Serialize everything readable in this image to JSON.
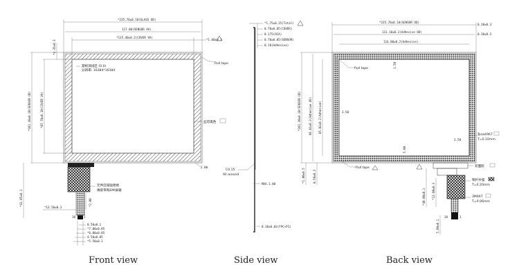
{
  "captions": {
    "front": "Front view",
    "side": "Side view",
    "back": "Back view"
  },
  "front": {
    "dims_top": [
      "*235.76±0.10(GLASS OD)",
      "117.00(SENSOR AA)",
      "*135.40±0.2(COVER VA)",
      "*1.60±0.3"
    ],
    "dims_left": [
      "*4.35±0.3",
      "*101.20±0.10(SENSOR OD)",
      "*87.78±0.10(COVER VA)",
      "*41.05±0.1"
    ],
    "text_area": [
      "游标测试区 (0.0)",
      "分辨率: 16384*16384"
    ],
    "note_print": "丝印黑色",
    "tail_notes": [
      "元件区域贴附绝",
      "缘胶带和EMI屏蔽"
    ],
    "tail_dims": [
      "*13.50±0.3",
      "0.50±0.1",
      "*7.00±0.05",
      "*6.00±0.05",
      "4.50±0.05",
      "*5.50±0.1",
      "*2.00"
    ],
    "tail_number": "10",
    "tail_pin": "1",
    "corner_dim": "2.00"
  },
  "side": {
    "dims": [
      "*1.75±0.15(Total)",
      "0.70±0.05(COVER)",
      "0.175(OCA)",
      "0.70±0.05(SENSOR)",
      "0.10(Adhesive)"
    ],
    "chamfer": "C0.15",
    "all_around": "All around",
    "max_dim": "MAX.1.00",
    "bottom_dim": "0.30±0.03(FPC+PI)"
  },
  "back": {
    "dims_top": [
      "*235.76±0.10(SENSOR OD)",
      "131.10±0.2(Adhesive OD)",
      "116.80±0.2(Adhesive)"
    ],
    "dims_right": [
      "0.30±0.3",
      "0.30±0.3"
    ],
    "dims_left": [
      "*101.20±0.10(SENSOR OD)",
      "96.81±0.2(Adhesive OD)",
      "85.02±0.2(Adhesive)",
      "*1.00±0.5",
      "0.50±0.3"
    ],
    "inner_marks": [
      "1.50",
      "3.50",
      "3.50",
      "5.00"
    ],
    "pull_tape": "Pull tape",
    "pull_tape_top": "Pull tape",
    "tape_label": "Tesa4967",
    "tape_thickness": "T=0.10mm",
    "label_double": "双面胶",
    "label_foam": "铜片补强",
    "foam_thickness": "T=0.20mm",
    "label_3m": "3M467",
    "label_3m_thickness": "T=0.06mm",
    "tail_dims": [
      "*40.00±0.1",
      "*13.00±0.3",
      "5.00±0.1"
    ],
    "tail_number": "10",
    "tail_pin": "1"
  },
  "front_pull": "Pull tape"
}
